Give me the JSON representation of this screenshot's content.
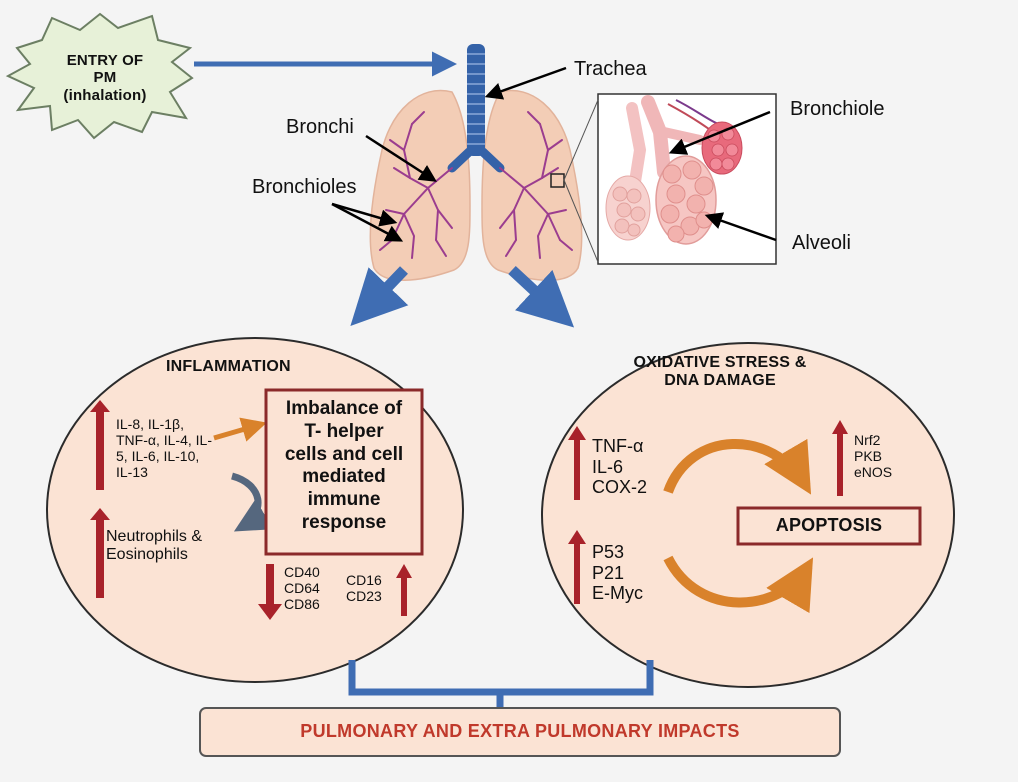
{
  "entry": {
    "line1": "ENTRY OF",
    "line2": "PM",
    "line3": "(inhalation)"
  },
  "anatomy": {
    "trachea": "Trachea",
    "bronchi": "Bronchi",
    "bronchioles": "Bronchioles",
    "bronchiole": "Bronchiole",
    "alveoli": "Alveoli"
  },
  "inflammation": {
    "title": "INFLAMMATION",
    "cytokines": [
      "IL-8, IL-1β,",
      "TNF-α, IL-4, IL-",
      "5, IL-6, IL-10,",
      "IL-13"
    ],
    "cells": [
      "Neutrophils &",
      "Eosinophils"
    ],
    "box": [
      "Imbalance of",
      "T- helper",
      "cells and cell",
      "mediated",
      "immune",
      "response"
    ],
    "down_markers": [
      "CD40",
      "CD64",
      "CD86"
    ],
    "up_markers": [
      "CD16",
      "CD23"
    ]
  },
  "oxidative": {
    "title_line1": "OXIDATIVE STRESS &",
    "title_line2": "DNA DAMAGE",
    "group1": [
      "TNF-α",
      "IL-6",
      "COX-2"
    ],
    "group2": [
      "P53",
      "P21",
      "E-Myc"
    ],
    "group3": [
      "Nrf2",
      "PKB",
      "eNOS"
    ],
    "apoptosis": "APOPTOSIS"
  },
  "outcome": "PULMONARY AND EXTRA PULMONARY IMPACTS",
  "colors": {
    "lung_fill": "#f3cdb6",
    "oval_fill": "#fbe3d4",
    "arrow_red": "#a8222a",
    "arrow_blue": "#3f6db3",
    "arrow_orange": "#d9822b",
    "box_border": "#8b2a2a",
    "trachea_blue": "#3462a8",
    "vessel_purple": "#9b3d8f",
    "outcome_red": "#c0392b"
  }
}
